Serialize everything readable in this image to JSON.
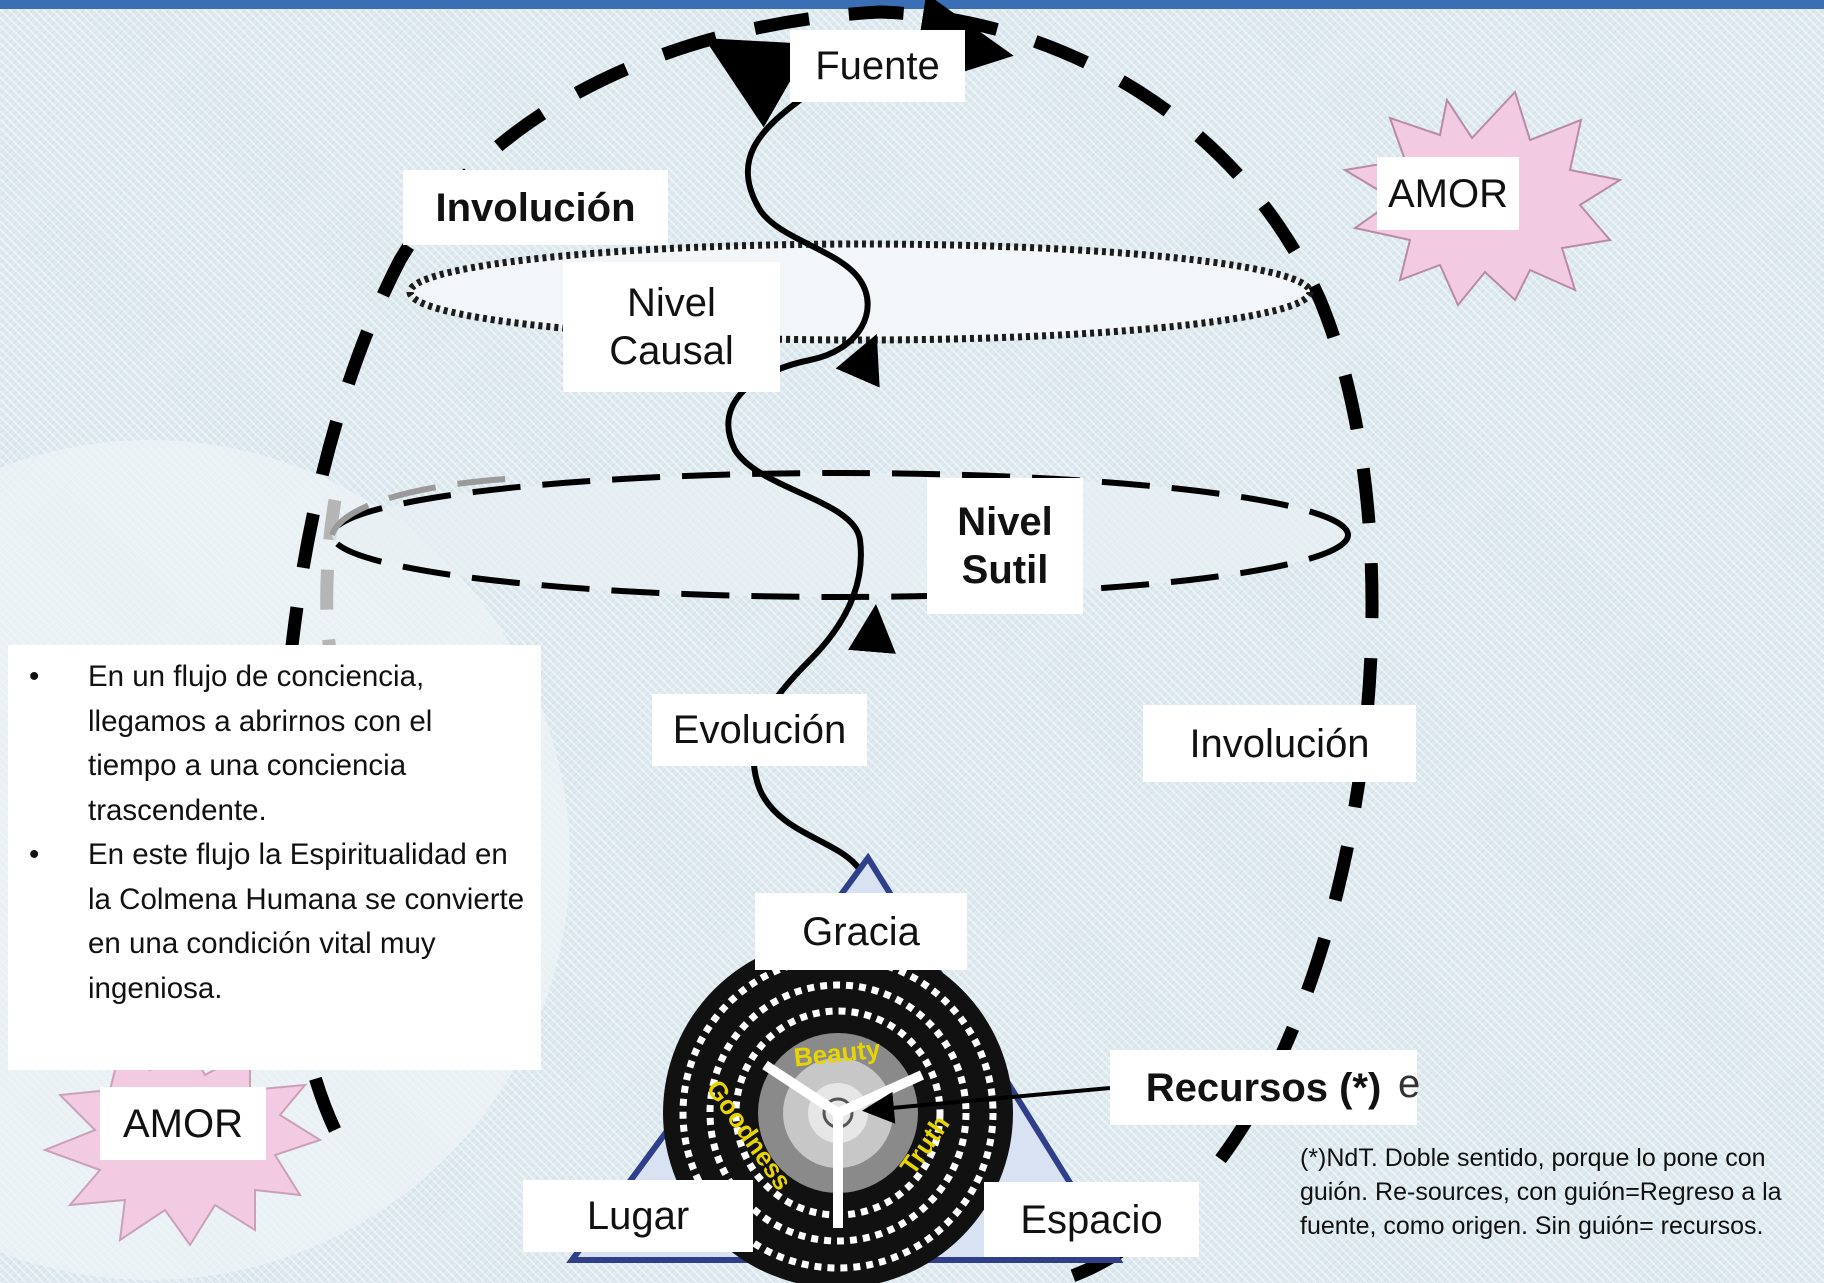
{
  "colors": {
    "top_bar": "#3a6fb5",
    "background": "#dde9ee",
    "amor_burst": "#f2cbe3",
    "triangle": "#2f3f8a",
    "wheel_text": "#e8d400"
  },
  "labels": {
    "fuente": "Fuente",
    "involucion_top": "Involución",
    "nivel_causal": "Nivel\nCausal",
    "nivel_sutil": "Nivel\nSutil",
    "evolucion": "Evolución",
    "involucion_right": "Involución",
    "gracia": "Gracia",
    "lugar": "Lugar",
    "espacio": "Espacio",
    "recursos": "Recursos (*)",
    "stray_letter": "e",
    "amor_top": "AMOR",
    "amor_bottom": "AMOR"
  },
  "wheel_words": [
    "Beauty",
    "Goodness",
    "Truth"
  ],
  "bullets": [
    "En un flujo de conciencia, llegamos a abrirnos con el tiempo a una conciencia trascendente.",
    "En este flujo la Espiritualidad en la Colmena Humana se convierte en una condición vital muy ingeniosa."
  ],
  "footnote": "(*)NdT. Doble sentido, porque lo pone con guión. Re-sources, con guión=Regreso a la fuente, como origen. Sin guión= recursos."
}
